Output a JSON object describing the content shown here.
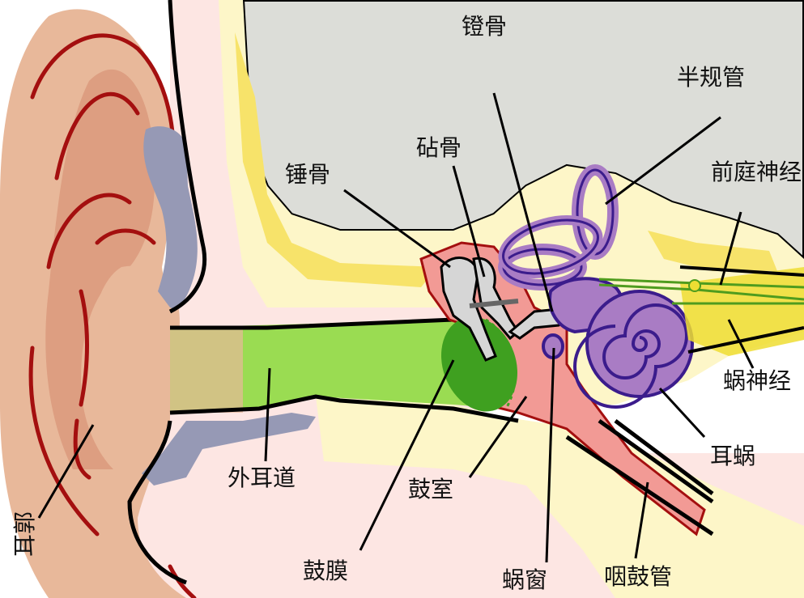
{
  "labels": {
    "stapes": "镫骨",
    "semicircular_canals": "半规管",
    "vestibular_nerve": "前庭神经",
    "malleus": "锤骨",
    "incus": "砧骨",
    "cochlear_nerve": "蜗神经",
    "ear_canal": "外耳道",
    "tympanic_cavity": "鼓室",
    "cochlea": "耳蜗",
    "auricle": "耳郭",
    "eardrum": "鼓膜",
    "round_window": "蜗窗",
    "eustachian_tube": "咽鼓管"
  },
  "colors": {
    "skin": "#e8b89a",
    "skin_dark": "#d9977a",
    "outline_red": "#a40f0f",
    "soft_tissue": "#fde6e3",
    "bone_cream": "#fdf6c8",
    "bone_yellow": "#f7e36a",
    "skull_gray": "#dcddd8",
    "canal_green": "#9adc52",
    "eardrum_green": "#3fa020",
    "cavity_pink": "#f29a95",
    "ossicle_gray": "#d6d6d6",
    "cochlea_purple": "#a97cc4",
    "cochlea_outline": "#3b1c8c",
    "nerve_yellow": "#eedd33",
    "nerve_green": "#4f9c1e",
    "cartilage_blue": "#9699b5",
    "line": "#000000"
  }
}
